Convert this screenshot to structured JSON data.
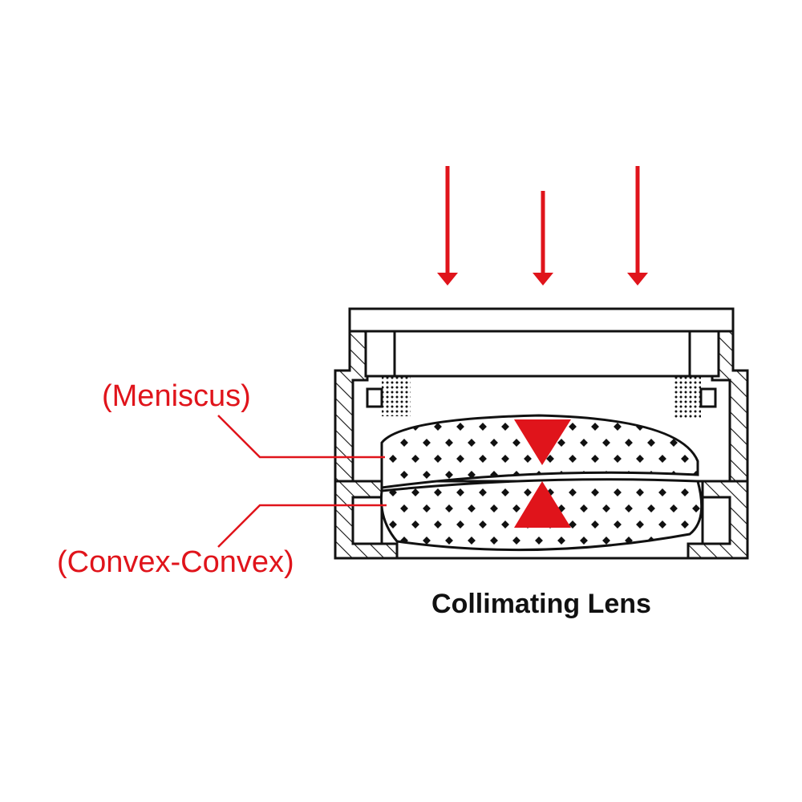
{
  "labels": {
    "meniscus": "(Meniscus)",
    "convex": "(Convex-Convex)",
    "caption": "Collimating Lens"
  },
  "colors": {
    "accent": "#e0141b",
    "outline": "#111111",
    "background": "#ffffff"
  },
  "icons": {
    "incoming_light": "down-arrow-icon",
    "diverging_marker": "triangle-down-icon",
    "converging_marker": "triangle-up-icon"
  }
}
